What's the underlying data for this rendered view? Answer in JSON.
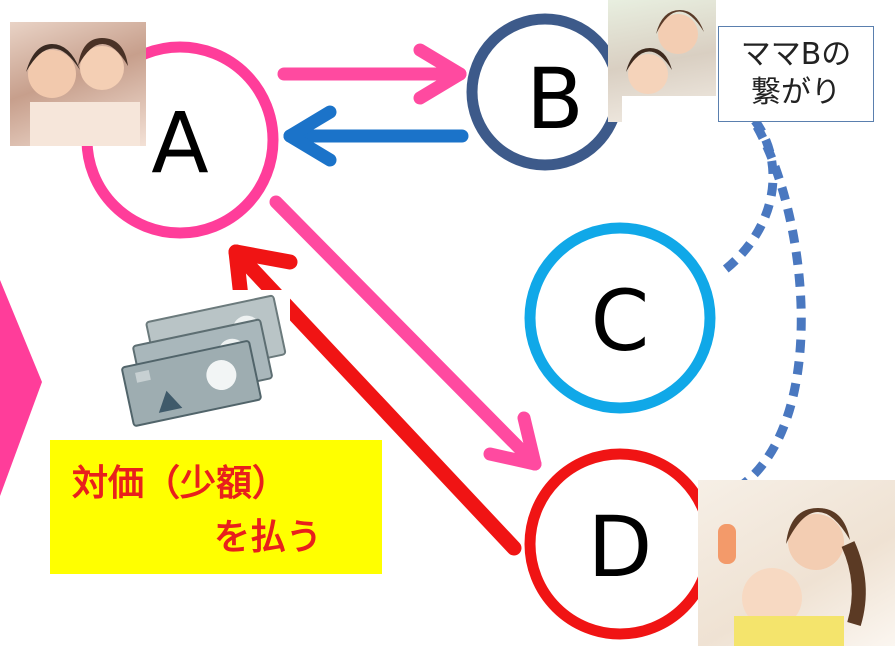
{
  "nodes": {
    "a": {
      "label": "A",
      "color": "#ff3d9a"
    },
    "b": {
      "label": "B",
      "color": "#3d5a8a"
    },
    "c": {
      "label": "C",
      "color": "#10a8e8"
    },
    "d": {
      "label": "D",
      "color": "#f01414"
    }
  },
  "callout": {
    "line1": "ママBの",
    "line2": "繋がり",
    "border_color": "#5a7fae"
  },
  "payment": {
    "line1": "対価（少額）",
    "line2": "を払う",
    "text_color": "#e8201c",
    "background": "#ffff00"
  },
  "arrows": {
    "a_to_b": "#ff4aa0",
    "b_to_a": "#1b73c9",
    "a_to_d": "#ff4aa0",
    "d_to_a": "#f01414",
    "dotted_connection": "#4a78c0"
  },
  "decor": {
    "pink_chevron_color": "#ff3d9a"
  }
}
